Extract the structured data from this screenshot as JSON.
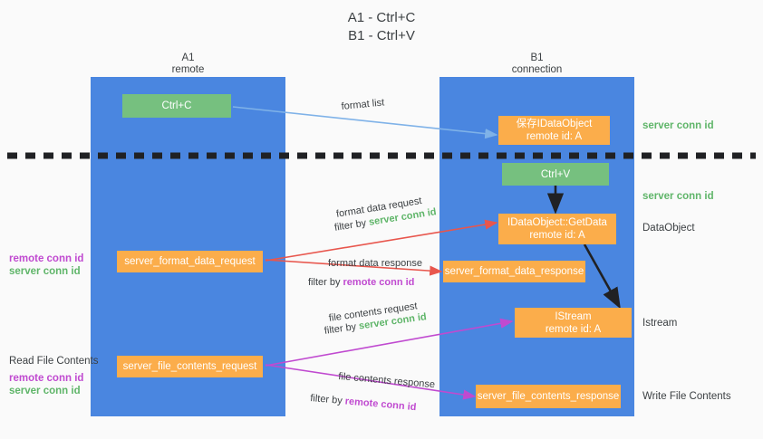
{
  "title": {
    "line1": "A1 - Ctrl+C",
    "line2": "B1 - Ctrl+V"
  },
  "colors": {
    "lane": "#4a86e0",
    "green_node": "#76c07f",
    "orange_node": "#fbad4b",
    "server_conn_id": "#5fb569",
    "remote_conn_id": "#c04ad0",
    "arrow_blue": "#7fb2e8",
    "arrow_red": "#e8564d",
    "arrow_magenta": "#c04ad0",
    "arrow_black": "#202124",
    "background": "#fafafa"
  },
  "columns": [
    {
      "name": "A1",
      "subtitle": "remote"
    },
    {
      "name": "B1",
      "subtitle": "connection"
    }
  ],
  "nodes": {
    "ctrl_c": "Ctrl+C",
    "save_idataobject_l1": "保存IDataObject",
    "save_idataobject_l2": "remote id: A",
    "ctrl_v": "Ctrl+V",
    "getdata_l1": "IDataObject::GetData",
    "getdata_l2": "remote id: A",
    "server_format_data_request": "server_format_data_request",
    "server_format_data_response": "server_format_data_response",
    "istream_l1": "IStream",
    "istream_l2": "remote id: A",
    "server_file_contents_request": "server_file_contents_request",
    "server_file_contents_response": "server_file_contents_response"
  },
  "edges": {
    "format_list": "format list",
    "format_data_request": "format data request",
    "format_data_response": "format data response",
    "file_contents_request": "file contents request",
    "file_contents_response": "file contents response",
    "filter_by": "filter by",
    "server_conn_id": "server conn id",
    "remote_conn_id": "remote conn id"
  },
  "right_labels": {
    "server_conn_id_top": "server conn id",
    "server_conn_id_mid": "server conn id",
    "data_object": "DataObject",
    "istream": "Istream",
    "write_file_contents": "Write File Contents"
  },
  "left_labels": {
    "remote_conn_id_1": "remote conn id",
    "server_conn_id_1": "server conn id",
    "read_file_contents": "Read File Contents",
    "remote_conn_id_2": "remote conn id",
    "server_conn_id_2": "server conn id"
  }
}
